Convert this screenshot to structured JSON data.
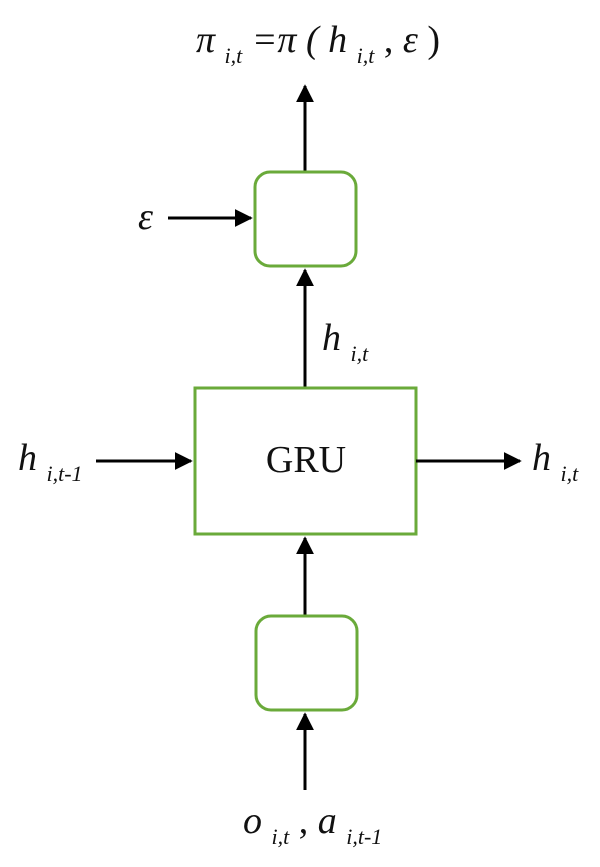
{
  "diagram": {
    "gru_label": "GRU",
    "output_formula": {
      "pi": "π",
      "sub1": "i,t",
      "equals_pi": "=π (",
      "h": "h",
      "sub2": "i,t",
      "sep": ", ",
      "eps": "ε",
      "close": ")"
    },
    "noise_input": {
      "eps": "ε"
    },
    "hidden_up": {
      "h": "h",
      "sub": "i,t"
    },
    "hidden_in": {
      "h": "h",
      "sub": "i,t-1"
    },
    "hidden_out": {
      "h": "h",
      "sub": "i,t"
    },
    "observation_input": {
      "o": "o",
      "sub1": "i,t",
      "comma": ", ",
      "a": "a",
      "sub2": "i,t-1"
    }
  },
  "colors": {
    "box_stroke": "#6aaa3a",
    "arrow": "#000000",
    "text": "#111111"
  }
}
